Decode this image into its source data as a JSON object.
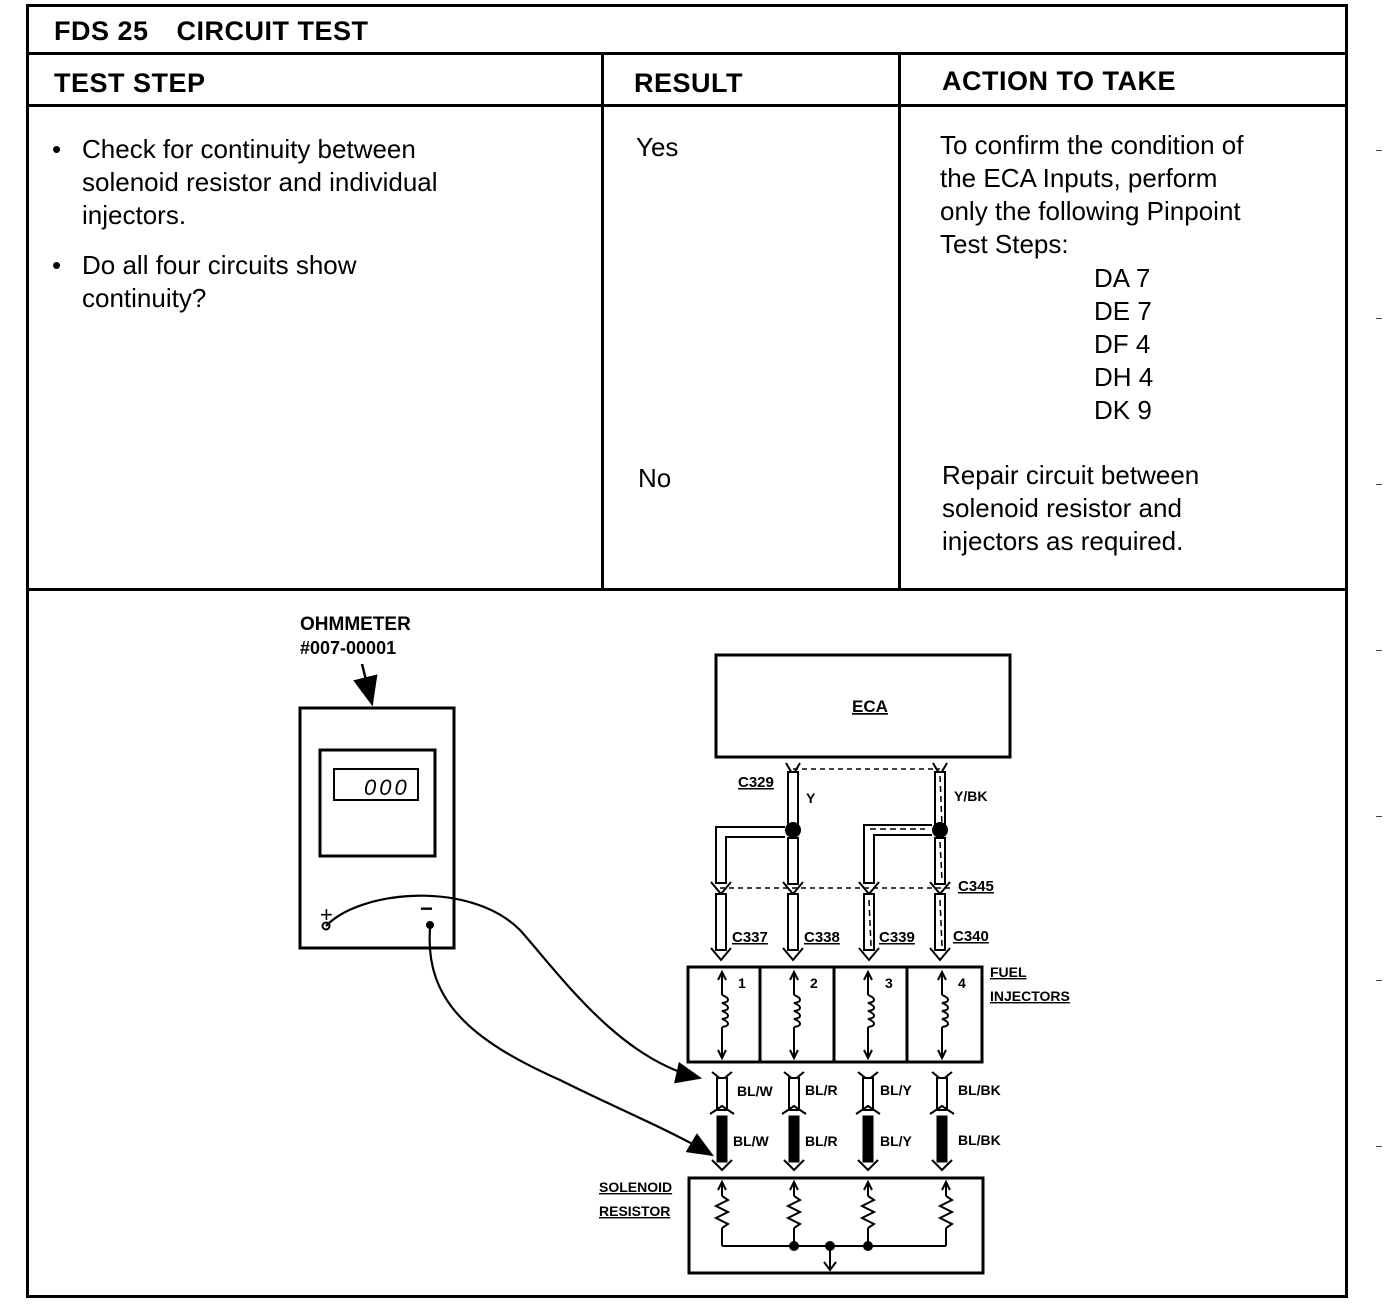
{
  "header": {
    "code": "FDS 25",
    "title": "CIRCUIT TEST"
  },
  "columns": {
    "test_step": "TEST STEP",
    "result": "RESULT",
    "action": "ACTION TO TAKE"
  },
  "test_steps": [
    {
      "bullet": "•",
      "lines": [
        "Check for continuity between",
        "solenoid resistor and individual",
        "injectors."
      ]
    },
    {
      "bullet": "•",
      "lines": [
        "Do all four circuits show",
        "continuity?"
      ]
    }
  ],
  "results": {
    "yes": "Yes",
    "no": "No"
  },
  "actions": {
    "yes_lines": [
      "To confirm the condition of",
      "the ECA Inputs, perform",
      "only the following Pinpoint",
      "Test Steps:"
    ],
    "pinpoint_steps": [
      "DA 7",
      "DE 7",
      "DF 4",
      "DH 4",
      "DK 9"
    ],
    "no_lines": [
      "Repair circuit between",
      "solenoid resistor and",
      "injectors as required."
    ]
  },
  "diagram": {
    "ohmmeter_label": "OHMMETER",
    "ohmmeter_part": "#007-00001",
    "display_value": "000",
    "plus": "+",
    "minus": "−",
    "eca": "ECA",
    "connectors": {
      "c329": "C329",
      "c345": "C345",
      "c337": "C337",
      "c338": "C338",
      "c339": "C339",
      "c340": "C340"
    },
    "wires_top": {
      "y": "Y",
      "ybk": "Y/BK"
    },
    "injector_label_1": "FUEL",
    "injector_label_2": "INJECTORS",
    "injector_numbers": [
      "1",
      "2",
      "3",
      "4"
    ],
    "wire_colors_upper": [
      "BL/W",
      "BL/R",
      "BL/Y",
      "BL/BK"
    ],
    "wire_colors_lower": [
      "BL/W",
      "BL/R",
      "BL/Y",
      "BL/BK"
    ],
    "resistor_label_1": "SOLENOID",
    "resistor_label_2": "RESISTOR"
  }
}
